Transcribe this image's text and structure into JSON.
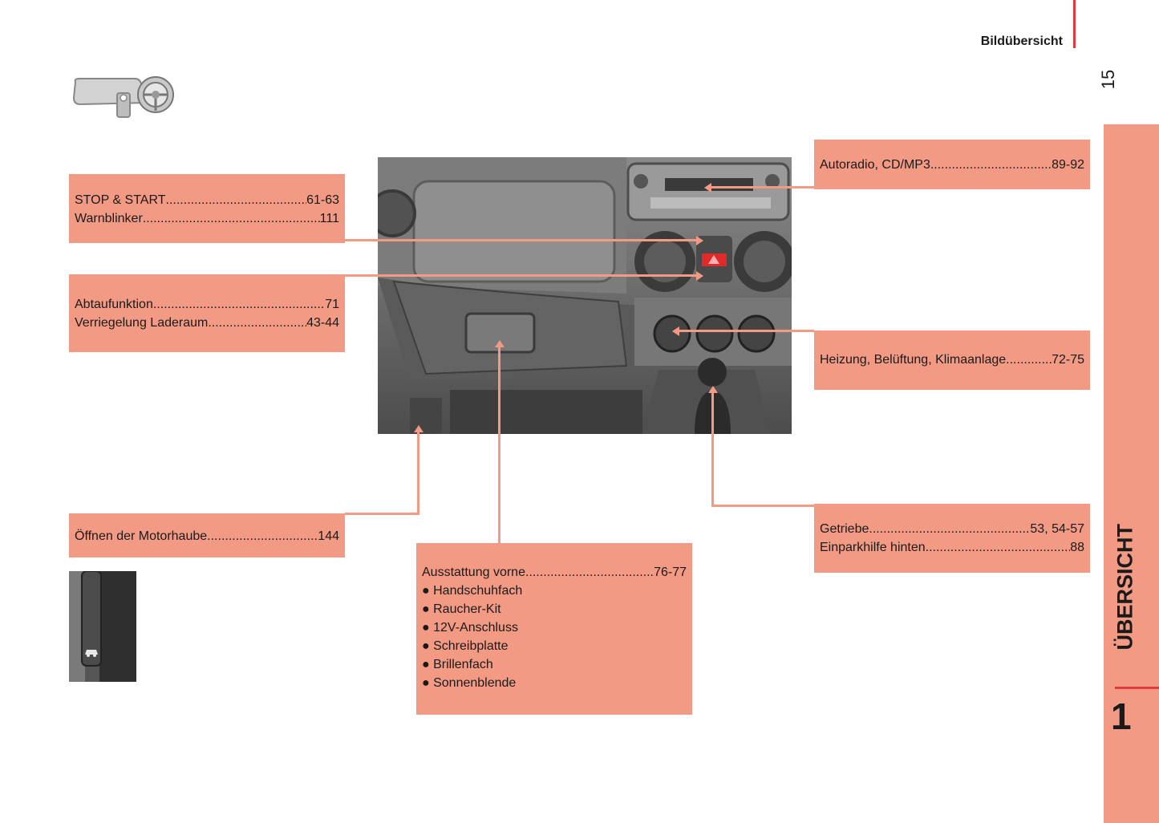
{
  "header": {
    "title": "Bildübersicht",
    "page_number": "15"
  },
  "side_tab": {
    "title": "ÜBERSICHT",
    "number": "1"
  },
  "colors": {
    "box_fill": "#f39a84",
    "accent_red": "#e03a3e"
  },
  "icon": "dashboard-steering-wheel-icon",
  "callouts": {
    "stop_start": {
      "label": "STOP & START",
      "page": "61-63"
    },
    "warnblinker": {
      "label": "Warnblinker",
      "page": "111"
    },
    "abtaufunktion": {
      "label": "Abtaufunktion",
      "page": "71"
    },
    "verriegelung": {
      "label": "Verriegelung Laderaum",
      "page": "43-44"
    },
    "motorhaube": {
      "label": "Öffnen der Motorhaube",
      "page": "144"
    },
    "autoradio": {
      "label": "Autoradio, CD/MP3",
      "page": "89-92"
    },
    "heizung": {
      "label": "Heizung, Belüftung, Klimaanlage",
      "page": "72-75"
    },
    "getriebe": {
      "label": "Getriebe",
      "page": "53, 54-57"
    },
    "einparkhilfe": {
      "label": "Einparkhilfe hinten",
      "page": "88"
    },
    "ausstattung": {
      "label": "Ausstattung vorne",
      "page": "76-77",
      "items": [
        "Handschuhfach",
        "Raucher-Kit",
        "12V-Anschluss",
        "Schreibplatte",
        "Brillenfach",
        "Sonnenblende"
      ]
    }
  }
}
